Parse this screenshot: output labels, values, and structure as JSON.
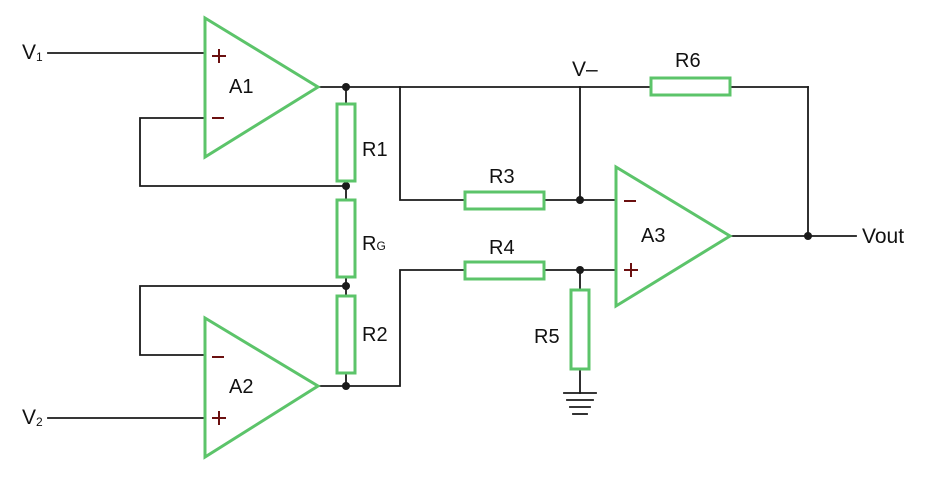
{
  "diagram": {
    "amplifiers": [
      {
        "id": "A1",
        "label": "A1"
      },
      {
        "id": "A2",
        "label": "A2"
      },
      {
        "id": "A3",
        "label": "A3"
      }
    ],
    "resistors": [
      {
        "id": "R1",
        "label": "R1"
      },
      {
        "id": "RG",
        "label_main": "R",
        "label_sub": "G"
      },
      {
        "id": "R2",
        "label": "R2"
      },
      {
        "id": "R3",
        "label": "R3"
      },
      {
        "id": "R4",
        "label": "R4"
      },
      {
        "id": "R5",
        "label": "R5"
      },
      {
        "id": "R6",
        "label": "R6"
      }
    ],
    "inputs": {
      "v1_main": "V",
      "v1_sub": "1",
      "v2_main": "V",
      "v2_sub": "2"
    },
    "output_label": "Vout",
    "node_label_vminus": "V–",
    "colors": {
      "component": "#5cc46a",
      "wire": "#1a1a1a",
      "sign": "#6b1010"
    }
  }
}
